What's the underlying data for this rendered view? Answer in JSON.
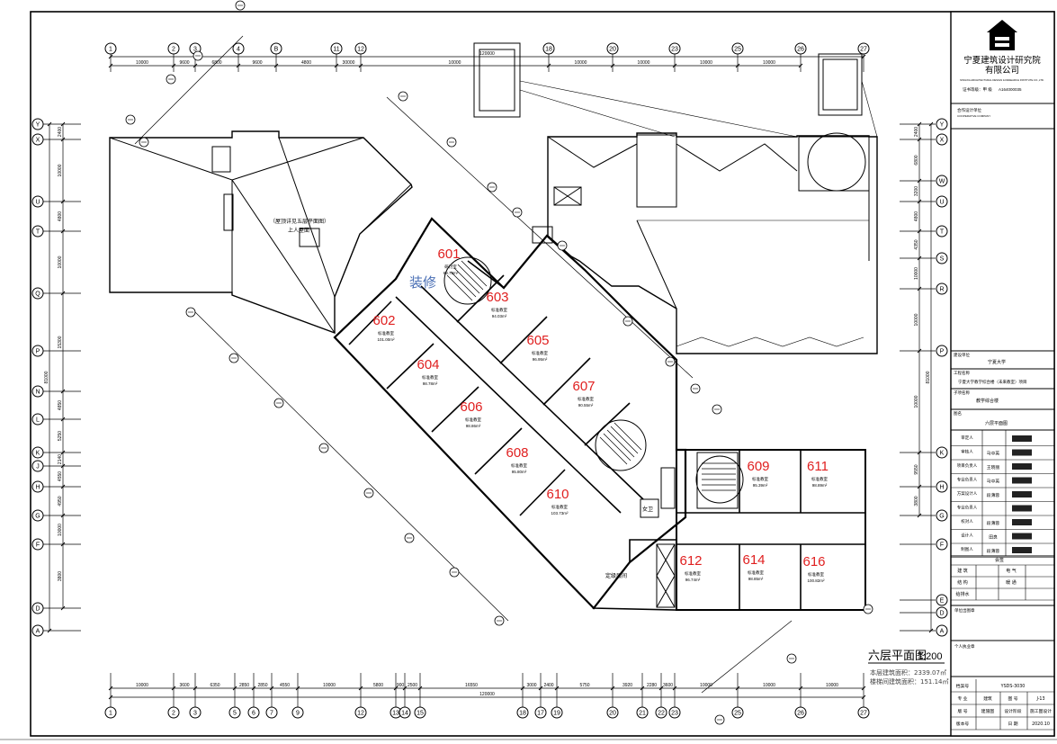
{
  "drawing": {
    "title": "六层平面图",
    "scale": "1:200",
    "area_line": "本层建筑面积：2339.07㎡",
    "stair_area_line": "楼梯间建筑面积：151.14㎡",
    "renovation_label": "装修",
    "roof_note": "（屋顶详见五层平面图）",
    "roof_note2": "上人屋面",
    "office_label": "定级层间",
    "wc_label": "女卫"
  },
  "grid_top_labels": [
    "1",
    "2",
    "3",
    "4",
    "B",
    "11",
    "12",
    "18",
    "20",
    "23",
    "25",
    "26",
    "27"
  ],
  "grid_bottom_labels": [
    "1",
    "2",
    "3",
    "5",
    "6",
    "7",
    "9",
    "12",
    "13",
    "14",
    "15",
    "18",
    "17",
    "19",
    "20",
    "21",
    "22",
    "23",
    "25",
    "26",
    "27"
  ],
  "grid_left_labels": [
    "Y",
    "X",
    "U",
    "T",
    "Q",
    "P",
    "N",
    "L",
    "K",
    "J",
    "H",
    "G",
    "F",
    "D",
    "A"
  ],
  "grid_right_labels": [
    "Y",
    "X",
    "W",
    "U",
    "T",
    "S",
    "R",
    "P",
    "K",
    "H",
    "G",
    "F",
    "E",
    "D",
    "A"
  ],
  "dims_top": [
    "10000",
    "9600",
    "6800",
    "9600",
    "4800",
    "30000",
    "10000",
    "10000",
    "10000",
    "10000",
    "10000"
  ],
  "dims_top_total": "120000",
  "dims_bottom": [
    "10000",
    "3600",
    "6350",
    "2850",
    "2850",
    "4550",
    "10000",
    "5800",
    "900",
    "2500",
    "16550",
    "3000",
    "2400",
    "5750",
    "3920",
    "2280",
    "3600",
    "10000",
    "10000",
    "10000"
  ],
  "dims_bottom_total": "120000",
  "dims_left_total": "81000",
  "dims_right_total": "81000",
  "dims_left": [
    "2400",
    "10000",
    "4800",
    "10000",
    "15300",
    "4850",
    "5250",
    "2140",
    "4550",
    "4950",
    "10000",
    "3800"
  ],
  "dims_right": [
    "2400",
    "6800",
    "3200",
    "4800",
    "4350",
    "10000",
    "10000",
    "10000",
    "9550",
    "3800"
  ],
  "rooms": [
    {
      "number": "601",
      "name": "研讨室",
      "area": "69.73m²"
    },
    {
      "number": "602",
      "name": "标准教室",
      "area": "101.00m²"
    },
    {
      "number": "603",
      "name": "标准教室",
      "area": "94.03m²"
    },
    {
      "number": "604",
      "name": "标准教室",
      "area": "98.78m²"
    },
    {
      "number": "605",
      "name": "标准教室",
      "area": "96.95m²"
    },
    {
      "number": "606",
      "name": "标准教室",
      "area": "98.86m²"
    },
    {
      "number": "607",
      "name": "标准教室",
      "area": "90.55m²"
    },
    {
      "number": "608",
      "name": "标准教室",
      "area": "95.80m²"
    },
    {
      "number": "609",
      "name": "标准教室",
      "area": "95.39m²"
    },
    {
      "number": "610",
      "name": "标准教室",
      "area": "103.73m²"
    },
    {
      "number": "611",
      "name": "标准教室",
      "area": "98.89m²"
    },
    {
      "number": "612",
      "name": "标准教室",
      "area": "96.74m²"
    },
    {
      "number": "614",
      "name": "标准教室",
      "area": "98.85m²"
    },
    {
      "number": "616",
      "name": "标准教室",
      "area": "100.82m²"
    }
  ],
  "title_block": {
    "company_cn_1": "宁夏建筑设计研究院",
    "company_cn_2": "有限公司",
    "company_en": "NINGXIA ARCHITECTURAL DESIGN & RESEARCH INSTITUTE CO.,LTD.",
    "cert_label": "证书等级：甲 级",
    "cert_no": "A164000035",
    "coop_label": "合作设计单位",
    "coop_en": "COOPERATIVE COMPANY",
    "client_label": "建设单位",
    "client": "宁夏大学",
    "project_label": "工程名称",
    "project": "宁夏大学教学综合楼（未来教室）项目",
    "subproject_label": "子项名称",
    "subproject": "教学综合楼",
    "drawing_name_label": "图名",
    "drawing_name": "六层平面图",
    "roles": [
      {
        "role": "审定人",
        "name": ""
      },
      {
        "role": "审核人",
        "name": "马中英"
      },
      {
        "role": "项目负责人",
        "name": "王晓丽"
      },
      {
        "role": "专业负责人",
        "name": "马中英"
      },
      {
        "role": "方案设计人",
        "name": "段薄蓉"
      },
      {
        "role": "专业负责人",
        "name": ""
      },
      {
        "role": "校对人",
        "name": "段薄蓉"
      },
      {
        "role": "设计人",
        "name": "田良"
      },
      {
        "role": "制图人",
        "name": "段薄蓉"
      }
    ],
    "sign_label": "会签",
    "sign_rows": [
      [
        "建 筑",
        "电 气"
      ],
      [
        "结 构",
        "暖 通"
      ],
      [
        "给排水",
        ""
      ]
    ],
    "seal_label": "单位出图章",
    "personal_label": "个人执业章",
    "bottom_rows": [
      [
        "档案号",
        "YSDS-3030"
      ],
      [
        "专 业",
        "建筑",
        "图 号",
        "J-13"
      ],
      [
        "版 号",
        "建施图",
        "设计阶段",
        "施工图设计"
      ],
      [
        "版本号",
        "",
        "日 期",
        "2020.10"
      ]
    ]
  }
}
